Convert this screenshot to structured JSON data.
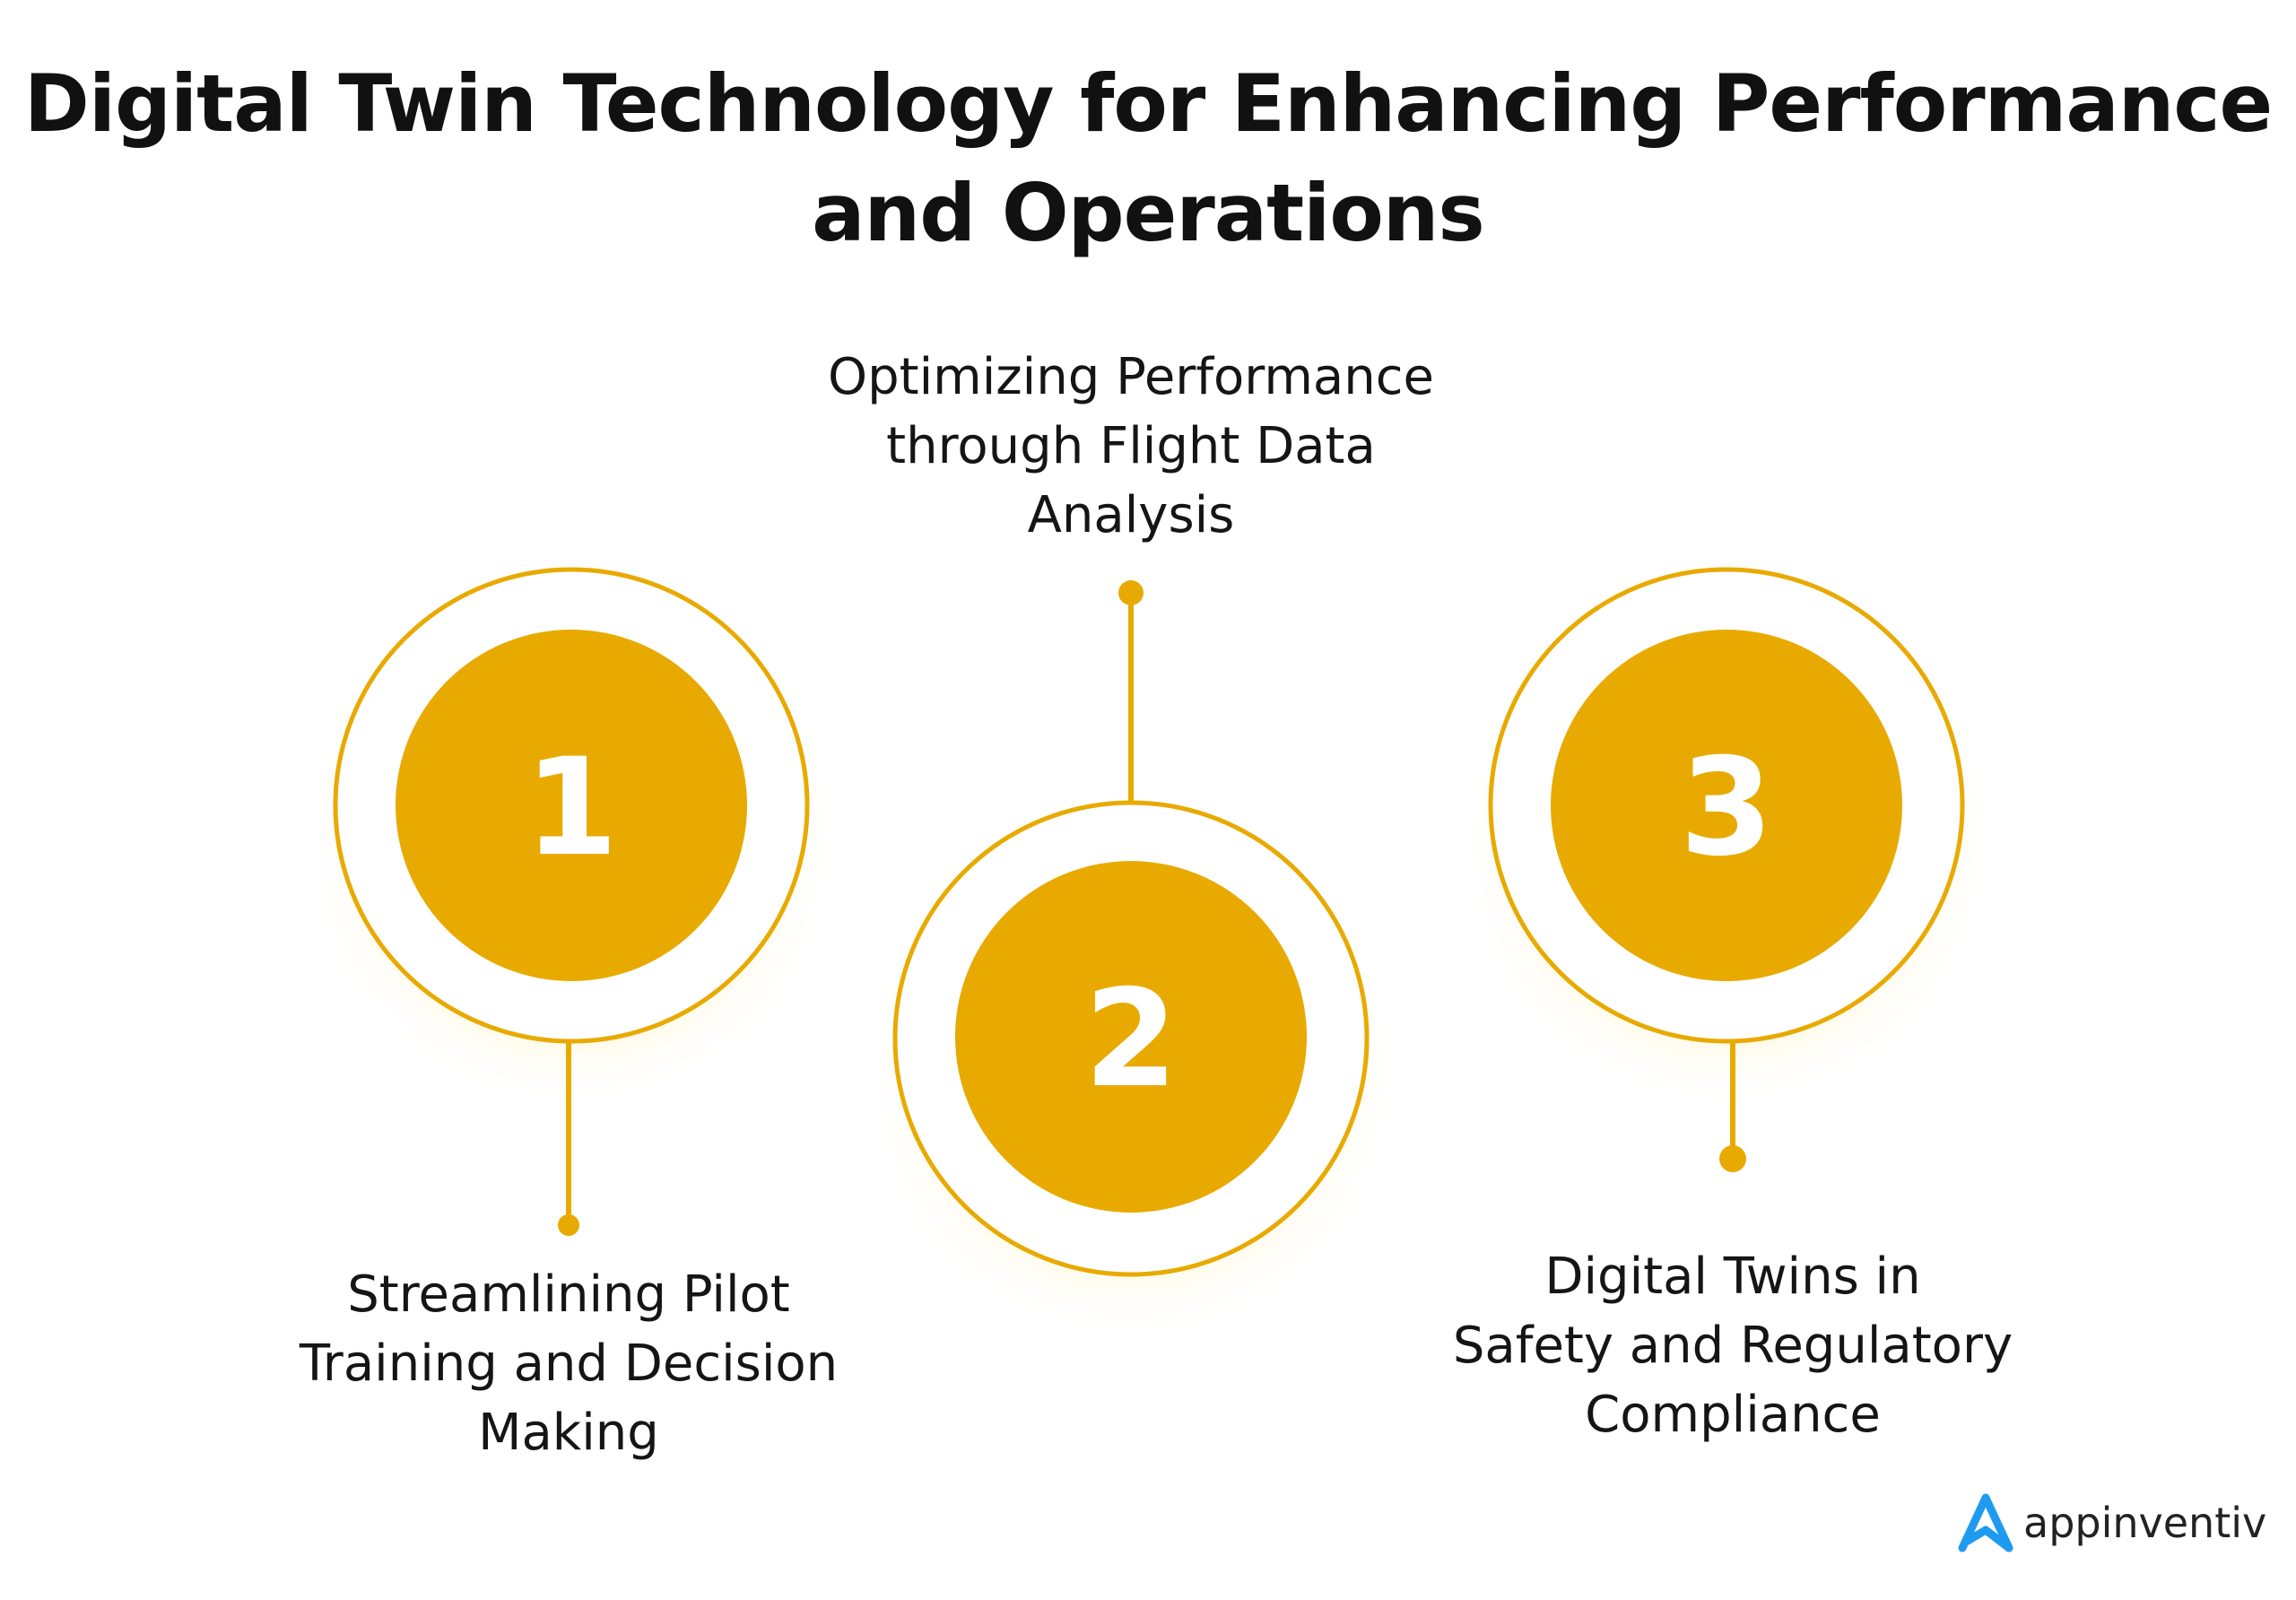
{
  "title": {
    "line1": "Digital Twin Technology for Enhancing Performance",
    "line2": "and Operations"
  },
  "steps": [
    {
      "number": "1",
      "lines": [
        "Streamlining Pilot",
        "Training and Decision",
        "Making"
      ]
    },
    {
      "number": "2",
      "lines": [
        "Optimizing Performance",
        "through Flight Data",
        "Analysis"
      ]
    },
    {
      "number": "3",
      "lines": [
        "Digital Twins in",
        "Safety and Regulatory",
        "Compliance"
      ]
    }
  ],
  "logo": {
    "text": "appinventiv"
  },
  "colors": {
    "accent": "#E8AA00",
    "logo_blue": "#1E9BF0",
    "text": "#111111"
  }
}
